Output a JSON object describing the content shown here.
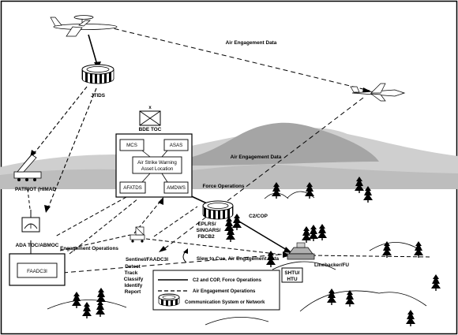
{
  "labels": {
    "air_engagement_data_top": "Air Engagement Data",
    "jtids": "JTIDS",
    "bde_toc": "BDE TOC",
    "mcs": "MCS",
    "asas": "ASAS",
    "air_strike_warning_1": "Air Strike Warning",
    "air_strike_warning_2": "Asset Location",
    "afatds": "AFATDS",
    "amdws": "AMDWS",
    "air_engagement_data_mid": "Air Engagement Data",
    "force_operations": "Force Operations",
    "patriot": "PATRIOT (HIMAD",
    "ada_toc": "ADA TOC/ABMOC",
    "engagement_operations": "Engagement Operations",
    "faadc3i": "FAADC3I",
    "eplrs_1": "EPLRS/",
    "eplrs_2": "SINGARS/",
    "eplrs_3": "FBCB2",
    "c2cop": "C2/COP",
    "sentinel_1": "Sentinel/FAADC3I",
    "sentinel_2": "Detect",
    "sentinel_3": "Track",
    "sentinel_4": "Classify",
    "sentinel_5": "Identify",
    "sentinel_6": "Report",
    "slew_to_cue": "Slew to Cue, Air Engagement Data",
    "linebacker": "Linebacker/FU",
    "shtu_1": "SHTU/",
    "shtu_2": "HTU"
  },
  "legend": {
    "solid_line": "C2 and COP, Force Operations",
    "dashed_line": "Air Engagement Operations",
    "network": "Communication System or Network"
  },
  "colors": {
    "terrain_far": "#c8c8c8",
    "terrain_near": "#a9a9a9",
    "ink": "#000000"
  }
}
